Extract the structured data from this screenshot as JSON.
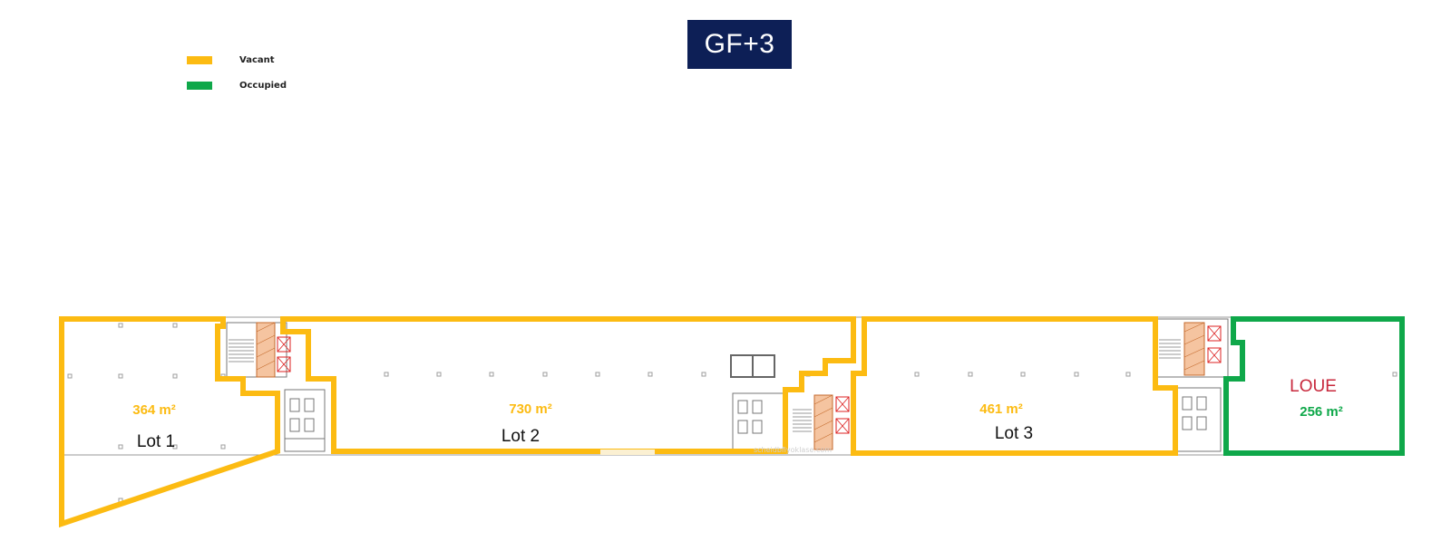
{
  "floor_label": "GF+3",
  "legend": {
    "vacant": {
      "label": "Vacant",
      "color": "#FCBB12"
    },
    "occupied": {
      "label": "Occupied",
      "color": "#0FA84A"
    }
  },
  "lots": [
    {
      "name": "Lot 1",
      "area": "364 m²",
      "status": "vacant"
    },
    {
      "name": "Lot 2",
      "area": "730 m²",
      "status": "vacant"
    },
    {
      "name": "Lot 3",
      "area": "461 m²",
      "status": "vacant"
    },
    {
      "name": "",
      "area": "256 m²",
      "status": "occupied",
      "status_label": "LOUE",
      "status_label_color": "#C8283C"
    }
  ],
  "watermark": "scheidbfiyoklase.com"
}
